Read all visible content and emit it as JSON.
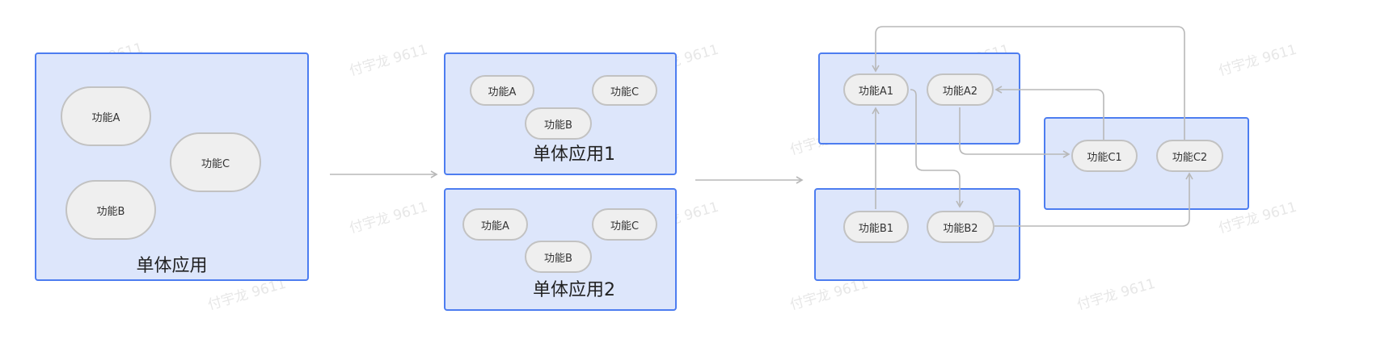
{
  "watermark": "付宇龙 9611",
  "stage1": {
    "title": "单体应用",
    "features": [
      "功能A",
      "功能C",
      "功能B"
    ]
  },
  "stage2": {
    "app1": {
      "title": "单体应用1",
      "features": [
        "功能A",
        "功能C",
        "功能B"
      ]
    },
    "app2": {
      "title": "单体应用2",
      "features": [
        "功能A",
        "功能C",
        "功能B"
      ]
    }
  },
  "stage3": {
    "service_a": [
      "功能A1",
      "功能A2"
    ],
    "service_b": [
      "功能B1",
      "功能B2"
    ],
    "service_c": [
      "功能C1",
      "功能C2"
    ]
  },
  "colors": {
    "box_fill": "#dde6fb",
    "box_border": "#4d7df0",
    "node_fill": "#efefef",
    "node_border": "#c2c2c2",
    "connector": "#b8b8b8"
  }
}
